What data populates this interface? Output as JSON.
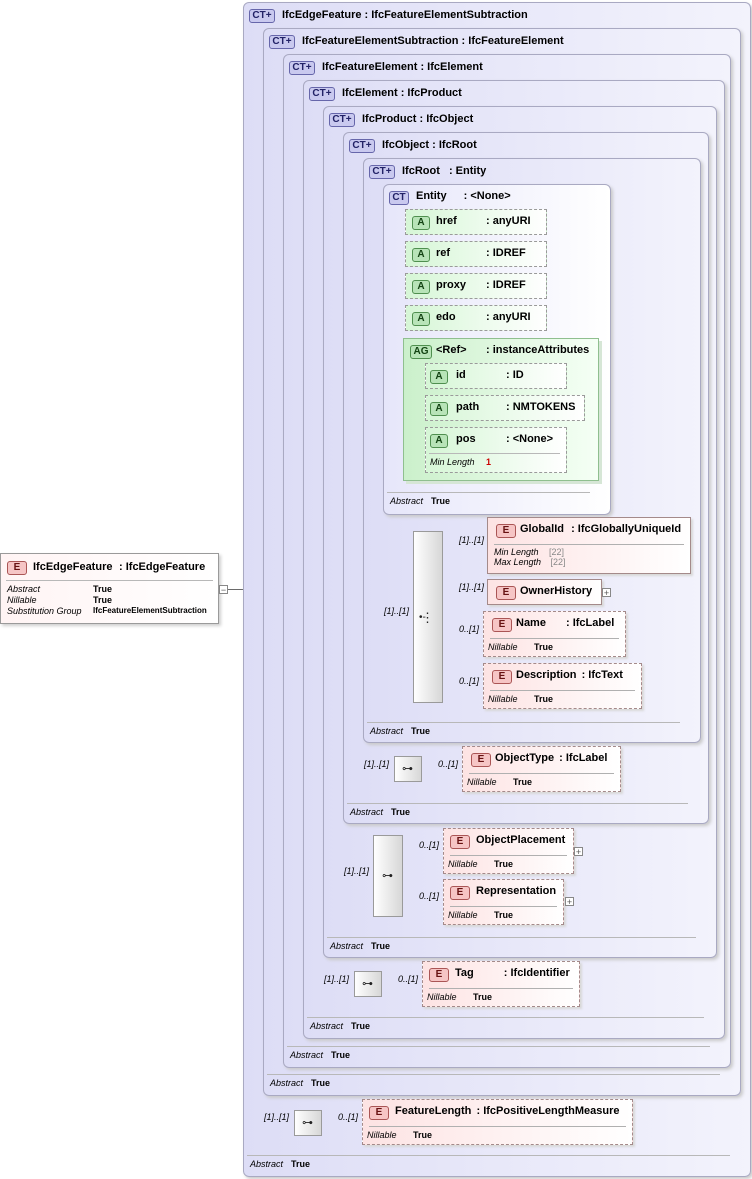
{
  "root": {
    "badge": "E",
    "name": "IfcEdgeFeature",
    "type": ": IfcEdgeFeature",
    "props": [
      {
        "label": "Abstract",
        "value": "True"
      },
      {
        "label": "Nillable",
        "value": "True"
      },
      {
        "label": "Substitution Group",
        "value": "IfcFeatureElementSubtraction"
      }
    ]
  },
  "types": {
    "ct_badge": "CT",
    "ct_ext_badge": "CT+",
    "abstract_label": "Abstract",
    "true": "True",
    "t1": {
      "name": "IfcEdgeFeature",
      "base": ": IfcFeatureElementSubtraction"
    },
    "t2": {
      "name": "IfcFeatureElementSubtraction",
      "base": ": IfcFeatureElement"
    },
    "t3": {
      "name": "IfcFeatureElement",
      "base": ": IfcElement"
    },
    "t4": {
      "name": "IfcElement",
      "base": ": IfcProduct"
    },
    "t5": {
      "name": "IfcProduct",
      "base": ": IfcObject"
    },
    "t6": {
      "name": "IfcObject",
      "base": ": IfcRoot"
    },
    "t7": {
      "name": "IfcRoot",
      "base": ": Entity"
    },
    "t8": {
      "name": "Entity",
      "base": ": <None>"
    }
  },
  "attributes": {
    "badge": "A",
    "href": {
      "name": "href",
      "type": ": anyURI"
    },
    "ref": {
      "name": "ref",
      "type": ": IDREF"
    },
    "proxy": {
      "name": "proxy",
      "type": ": IDREF"
    },
    "edo": {
      "name": "edo",
      "type": ": anyURI"
    },
    "group": {
      "badge": "AG",
      "name": "<Ref>",
      "type": ": instanceAttributes"
    },
    "id": {
      "name": "id",
      "type": ": ID"
    },
    "path": {
      "name": "path",
      "type": ": NMTOKENS"
    },
    "pos": {
      "name": "pos",
      "type": ": <None>",
      "facet_label": "Min Length",
      "facet_value": "1"
    }
  },
  "elements": {
    "badge": "E",
    "nillable_label": "Nillable",
    "true": "True",
    "globalid": {
      "name": "GlobalId",
      "type": ": IfcGloballyUniqueId",
      "min_label": "Min Length",
      "min_value": "[22]",
      "max_label": "Max Length",
      "max_value": "[22]"
    },
    "ownerhistory": {
      "name": "OwnerHistory"
    },
    "name": {
      "name": "Name",
      "type": ": IfcLabel"
    },
    "description": {
      "name": "Description",
      "type": ": IfcText"
    },
    "objecttype": {
      "name": "ObjectType",
      "type": ": IfcLabel"
    },
    "objectplacement": {
      "name": "ObjectPlacement"
    },
    "representation": {
      "name": "Representation"
    },
    "tag": {
      "name": "Tag",
      "type": ": IfcIdentifier"
    },
    "featurelength": {
      "name": "FeatureLength",
      "type": ": IfcPositiveLengthMeasure"
    }
  },
  "multiplicity": {
    "one_one": "[1]..[1]",
    "zero_one": "0..[1]"
  },
  "icons": {
    "sequence": "sequence-compositor-icon",
    "expand": "expand-plus-icon",
    "collapse": "collapse-minus-icon"
  }
}
